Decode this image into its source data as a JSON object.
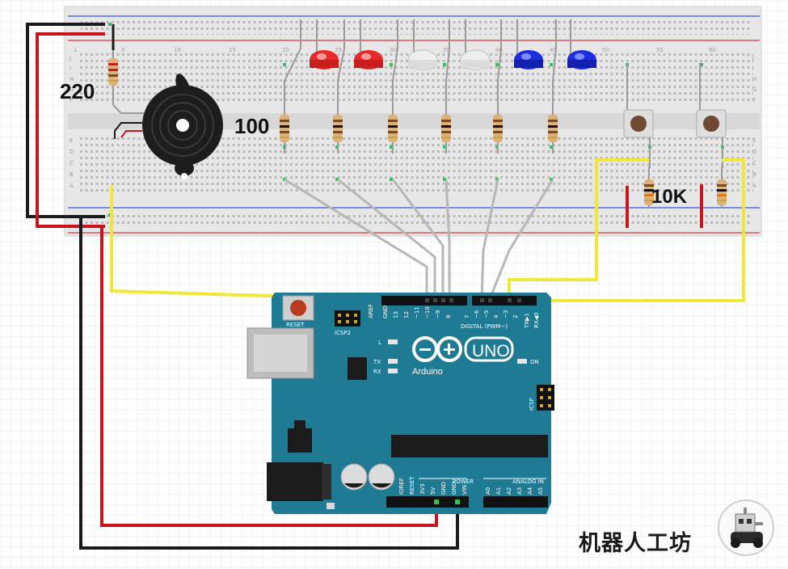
{
  "labels": {
    "r_buzzer": "220",
    "r_led": "100",
    "r_pulldown": "10K"
  },
  "arduino": {
    "reset": "RESET",
    "icsp2": "ICSP2",
    "icsp": "ICSP",
    "model": "UNO",
    "brand": "Arduino",
    "digital": "DIGITAL (PWM~)",
    "power": "POWER",
    "analog": "ANALOG IN",
    "l": "L",
    "tx": "TX",
    "rx": "RX",
    "on": "ON",
    "aref": "AREF",
    "gnd": "GND",
    "power_pins": [
      "IOREF",
      "RESET",
      "3V3",
      "5V",
      "GND",
      "GND",
      "VIN"
    ],
    "analog_pins": [
      "A0",
      "A1",
      "A2",
      "A3",
      "A4",
      "A5"
    ],
    "digital_pins": [
      "13",
      "12",
      "~11",
      "~10",
      "~9",
      "8",
      "7",
      "~6",
      "~5",
      "4",
      "~3",
      "2",
      "TX▶1",
      "RX◀0"
    ]
  },
  "breadboard": {
    "col_numbers": [
      "1",
      "5",
      "10",
      "15",
      "20",
      "25",
      "30",
      "35",
      "40",
      "45",
      "50",
      "55",
      "60"
    ],
    "row_letters_top": [
      "J",
      "I",
      "H",
      "G",
      "F"
    ],
    "row_letters_bottom": [
      "E",
      "D",
      "C",
      "B",
      "A"
    ]
  },
  "watermark": "机器人工坊",
  "colors": {
    "board": "#1f7a94",
    "wire_red": "#c8141d",
    "wire_black": "#1a1a1a",
    "wire_yellow": "#f2e63a",
    "wire_gray": "#b7b7b7",
    "led_red": "#e82a2a",
    "led_white": "#e8e8e8",
    "led_blue": "#1c2ee0"
  }
}
